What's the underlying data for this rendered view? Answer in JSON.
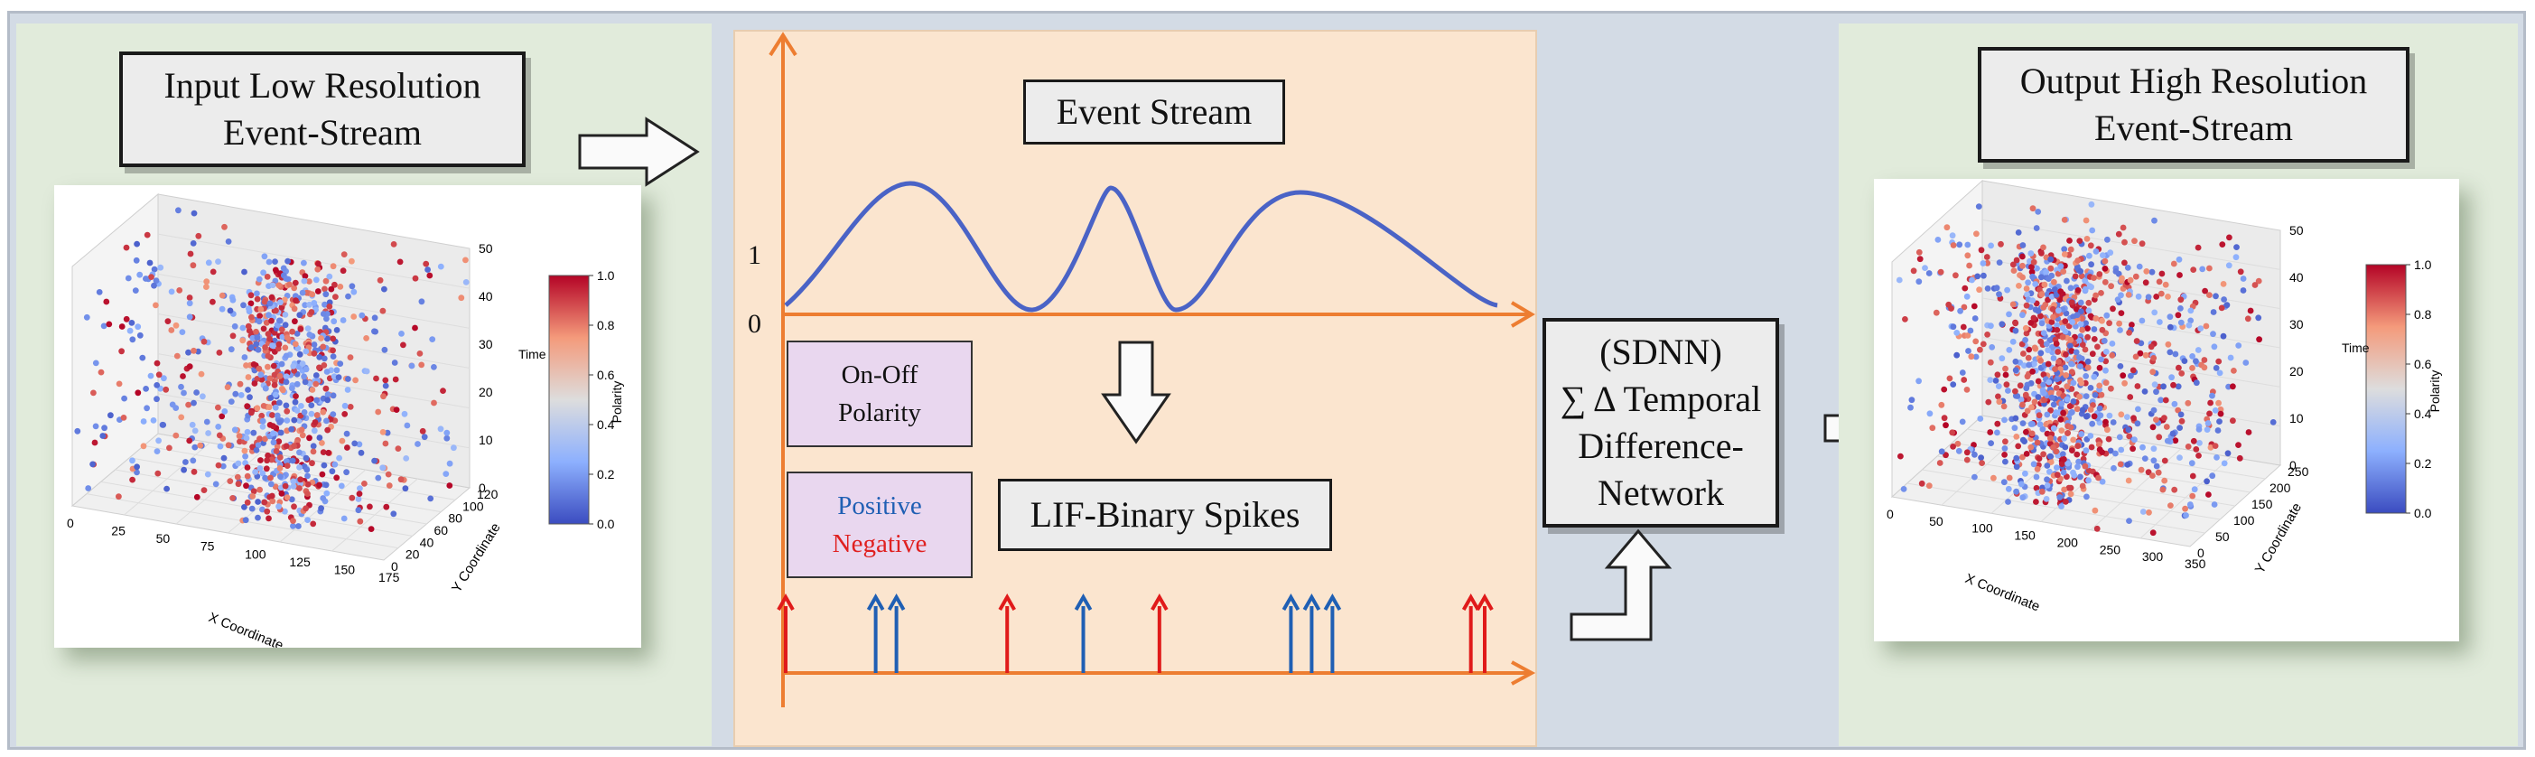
{
  "panels": {
    "input": {
      "title_line1": "Input Low Resolution",
      "title_line2": "Event-Stream",
      "plot": {
        "x_label": "X Coordinate",
        "y_label": "Y Coordinate",
        "z_label": "Time",
        "x_ticks": [
          "0",
          "25",
          "50",
          "75",
          "100",
          "125",
          "150",
          "175"
        ],
        "y_ticks": [
          "0",
          "20",
          "40",
          "60",
          "80",
          "100",
          "120"
        ],
        "z_ticks": [
          "0",
          "10",
          "20",
          "30",
          "40",
          "50"
        ],
        "colorbar_label": "Polarity",
        "colorbar_ticks": [
          "0.0",
          "0.2",
          "0.4",
          "0.6",
          "0.8",
          "1.0"
        ]
      }
    },
    "middle": {
      "event_stream_label": "Event Stream",
      "axis_one": "1",
      "axis_zero": "0",
      "onoff_line1": "On-Off",
      "onoff_line2": "Polarity",
      "positive": "Positive",
      "negative": "Negative",
      "lif_label": "LIF-Binary Spikes"
    },
    "sdnn": {
      "line1": "(SDNN)",
      "line2": "∑ Δ Temporal",
      "line3": "Difference-",
      "line4": "Network"
    },
    "output": {
      "title_line1": "Output High Resolution",
      "title_line2": "Event-Stream",
      "plot": {
        "x_label": "X Coordinate",
        "y_label": "Y Coordinate",
        "z_label": "Time",
        "x_ticks": [
          "0",
          "50",
          "100",
          "150",
          "200",
          "250",
          "300",
          "350"
        ],
        "y_ticks": [
          "0",
          "50",
          "100",
          "150",
          "200",
          "250"
        ],
        "z_ticks": [
          "0",
          "10",
          "20",
          "30",
          "40",
          "50"
        ],
        "colorbar_label": "Polarity",
        "colorbar_ticks": [
          "0.0",
          "0.2",
          "0.4",
          "0.6",
          "0.8",
          "1.0"
        ]
      }
    }
  },
  "spikes": [
    {
      "t": 0.0,
      "polarity": "negative"
    },
    {
      "t": 0.13,
      "polarity": "positive"
    },
    {
      "t": 0.16,
      "polarity": "positive"
    },
    {
      "t": 0.32,
      "polarity": "negative"
    },
    {
      "t": 0.43,
      "polarity": "positive"
    },
    {
      "t": 0.54,
      "polarity": "negative"
    },
    {
      "t": 0.73,
      "polarity": "positive"
    },
    {
      "t": 0.76,
      "polarity": "positive"
    },
    {
      "t": 0.79,
      "polarity": "positive"
    },
    {
      "t": 0.99,
      "polarity": "negative"
    },
    {
      "t": 1.01,
      "polarity": "negative"
    }
  ],
  "colors": {
    "positive": "#1f5fb4",
    "negative": "#e01a1a",
    "axis": "#ed7d31",
    "wave": "#4a63c6"
  }
}
